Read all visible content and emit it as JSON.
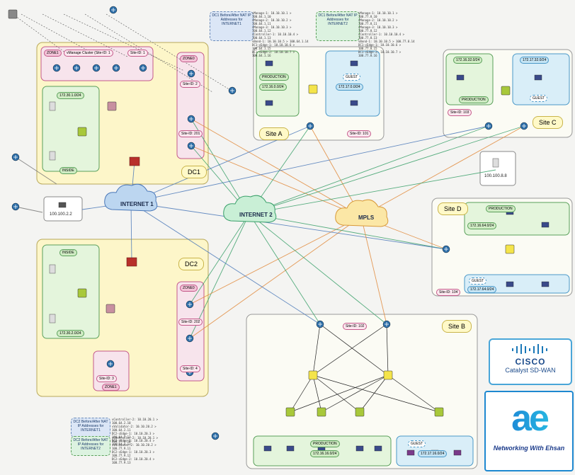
{
  "clouds": {
    "internet1": "INTERNET 1",
    "internet2": "INTERNET 2",
    "mpls": "MPLS"
  },
  "sites": {
    "dc1": "DC1",
    "dc2": "DC2",
    "site_a": "Site A",
    "site_b": "Site B",
    "site_c": "Site C",
    "site_d": "Site D"
  },
  "dc1": {
    "zone1": "ZONE1",
    "vmanage_cluster": "vManage Cluster (Site-ID: 1",
    "site_id_1": "Site-ID: 1",
    "zone0": "ZONE0",
    "site_id_2": "Site-ID: 2",
    "site_id_201": "Site-ID: 201",
    "inside": "INSIDE",
    "subnet": "172.30.1.0/24"
  },
  "dc2": {
    "inside": "INSIDE",
    "subnet": "172.30.2.0/24",
    "zone0": "ZONE0",
    "site_id_202": "Site-ID: 202",
    "site_id_4": "Site-ID: 4",
    "site_id_3": "Site-ID: 3",
    "zone1": "ZONE1"
  },
  "site_a": {
    "production": "PRODUCTION",
    "prod_subnet": "172.16.0.0/24",
    "guest": "GUEST",
    "guest_subnet": "172.17.0.0/24",
    "site_id": "Site-ID: 101"
  },
  "site_b": {
    "site_id": "Site-ID: 102",
    "production": "PRODUCTION",
    "prod_subnet": "172.16.16.0/24",
    "guest": "GUEST",
    "guest_subnet": "172.17.16.0/24"
  },
  "site_c": {
    "prod_subnet": "172.16.32.0/24",
    "guest_subnet": "172.17.32.0/24",
    "production": "PRODUCTION",
    "guest": "GUEST",
    "site_id": "Site-ID: 103"
  },
  "site_d": {
    "production": "PRODUCTION",
    "prod_subnet": "172.16.64.0/24",
    "guest": "GUEST",
    "guest_subnet": "172.17.64.0/24",
    "site_id": "Site-ID: 104"
  },
  "internet_host": "100.100.2.2",
  "dns_host": "100.100.8.8",
  "nat_tables": {
    "dc1_inet1": {
      "title": "DC1 Before/After NAT IP Addresses for INTERNET1",
      "rows": [
        "vManage-1: 10.10.10.1 > 100.64.1.10",
        "vManage-2: 10.10.10.2 > 100.64.1.11",
        "vManage-3: 10.10.10.3 > 100.64.1.12",
        "vController-1: 10.10.10.4 > 100.64.1.13",
        "vBond-1: 10.10.10.5 > 100.64.1.14",
        "DC1-cEdge-1: 10.10.10.6 > 100.64.1.15",
        "DC1-cEdge-2: 10.10.10.7 > 100.64.1.16"
      ]
    },
    "dc1_inet2": {
      "title": "DC1 Before/After NAT IP Addresses for INTERNET2",
      "rows": [
        "vManage-1: 10.10.10.1 > 100.77.8.10",
        "vManage-2: 10.10.10.2 > 100.77.8.11",
        "vManage-3: 10.10.10.3 > 100.77.8.12",
        "vController-1: 10.10.10.4 > 100.77.8.13",
        "vBond-1: 10.10.10.5 > 100.77.8.14",
        "DC1-cEdge-1: 10.10.10.6 > 100.77.8.15",
        "DC1-cEdge-2: 10.10.10.7 > 100.77.8.16"
      ]
    },
    "dc2_inet1": {
      "title": "DC2 Before/After NAT IP Addresses for INTERNET1",
      "rows": [
        "vController-2: 10.10.20.1 > 100.64.2.10",
        "vValidator-2: 10.10.20.2 > 100.64.2.11",
        "DC2-cEdge-1: 10.10.20.3 > 100.64.2.12",
        "DC2-cEdge-2: 10.10.20.4 > 100.64.2.13"
      ]
    },
    "dc2_inet2": {
      "title": "DC2 Before/After NAT IP Addresses for INTERNET2",
      "rows": [
        "vController-2: 10.10.20.1 > 100.77.9.10",
        "vValidator-2: 10.10.20.2 > 100.77.9.11",
        "DC2-cEdge-1: 10.10.20.3 > 100.77.9.12",
        "DC2-cEdge-2: 10.10.20.4 > 100.77.9.13"
      ]
    }
  },
  "cisco": {
    "logo": "CISCO",
    "product": "Catalyst SD-WAN"
  },
  "brand": {
    "logo": "ae",
    "name": "Networking With Ehsan"
  },
  "colors": {
    "dc_bg": "#fdf6c9",
    "site_bg": "#fbfbf4",
    "inside_green": "#e4f5dc",
    "guest_blue": "#d9eef8",
    "zone_pink": "#f7e4ec",
    "cloud_blue": "#bcd6f0",
    "cloud_green": "#c9efd6",
    "cloud_yellow": "#fbe7a6",
    "link_blue": "#4a78b8",
    "link_green": "#3aa06a",
    "link_orange": "#e0883a"
  }
}
